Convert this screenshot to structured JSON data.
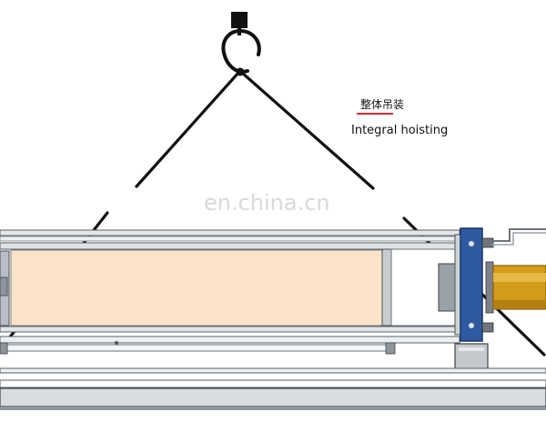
{
  "labels": {
    "cn": "整体吊装",
    "en": "Integral hoisting"
  },
  "watermark": "en.china.cn",
  "colors": {
    "underline": "#d62b2b",
    "frame_blue": "#2f5aa0",
    "panel_fill": "#fbe3c8",
    "cylinder": "#d39c1b",
    "steel": "#9fa7af",
    "rope": "#111111",
    "base": "#d9dcdf"
  },
  "icons": {
    "hook": "crane-hook-icon"
  }
}
